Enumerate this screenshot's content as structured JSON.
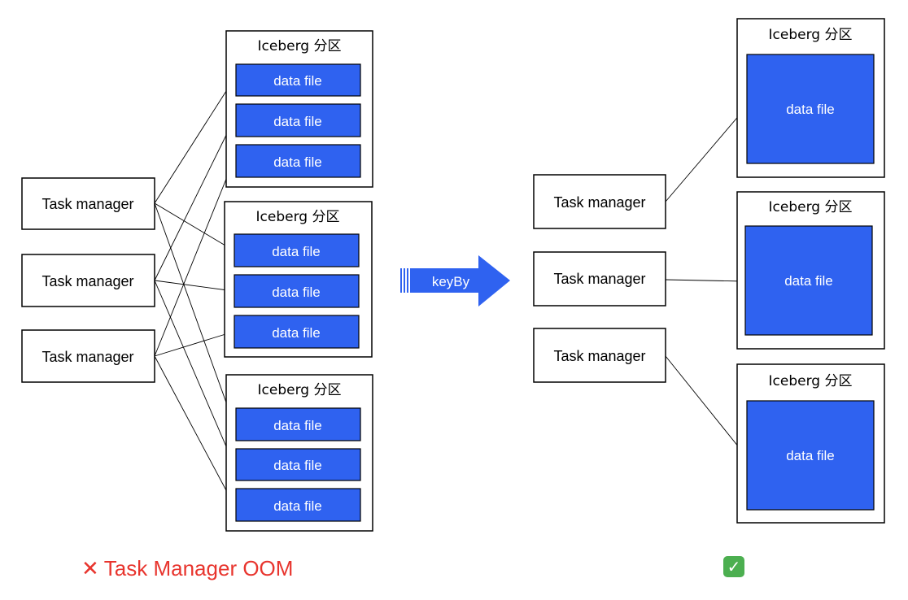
{
  "left": {
    "task_managers": [
      "Task manager",
      "Task manager",
      "Task manager"
    ],
    "partitions": [
      {
        "title": "Iceberg 分区",
        "files": [
          "data file",
          "data file",
          "data file"
        ]
      },
      {
        "title": "Iceberg 分区",
        "files": [
          "data file",
          "data file",
          "data file"
        ]
      },
      {
        "title": "Iceberg 分区",
        "files": [
          "data file",
          "data file",
          "data file"
        ]
      }
    ],
    "caption": {
      "icon": "cross-mark-icon",
      "text": "Task Manager OOM",
      "color": "#e8352e"
    }
  },
  "transition": {
    "label": "keyBy",
    "color": "#2f62f0"
  },
  "right": {
    "task_managers": [
      "Task manager",
      "Task manager",
      "Task manager"
    ],
    "partitions": [
      {
        "title": "Iceberg 分区",
        "files": [
          "data file"
        ]
      },
      {
        "title": "Iceberg 分区",
        "files": [
          "data file"
        ]
      },
      {
        "title": "Iceberg 分区",
        "files": [
          "data file"
        ]
      }
    ],
    "caption": {
      "icon": "check-mark-icon",
      "color": "#4caf50"
    }
  },
  "colors": {
    "file_fill": "#2f62f0",
    "border": "#000000"
  }
}
